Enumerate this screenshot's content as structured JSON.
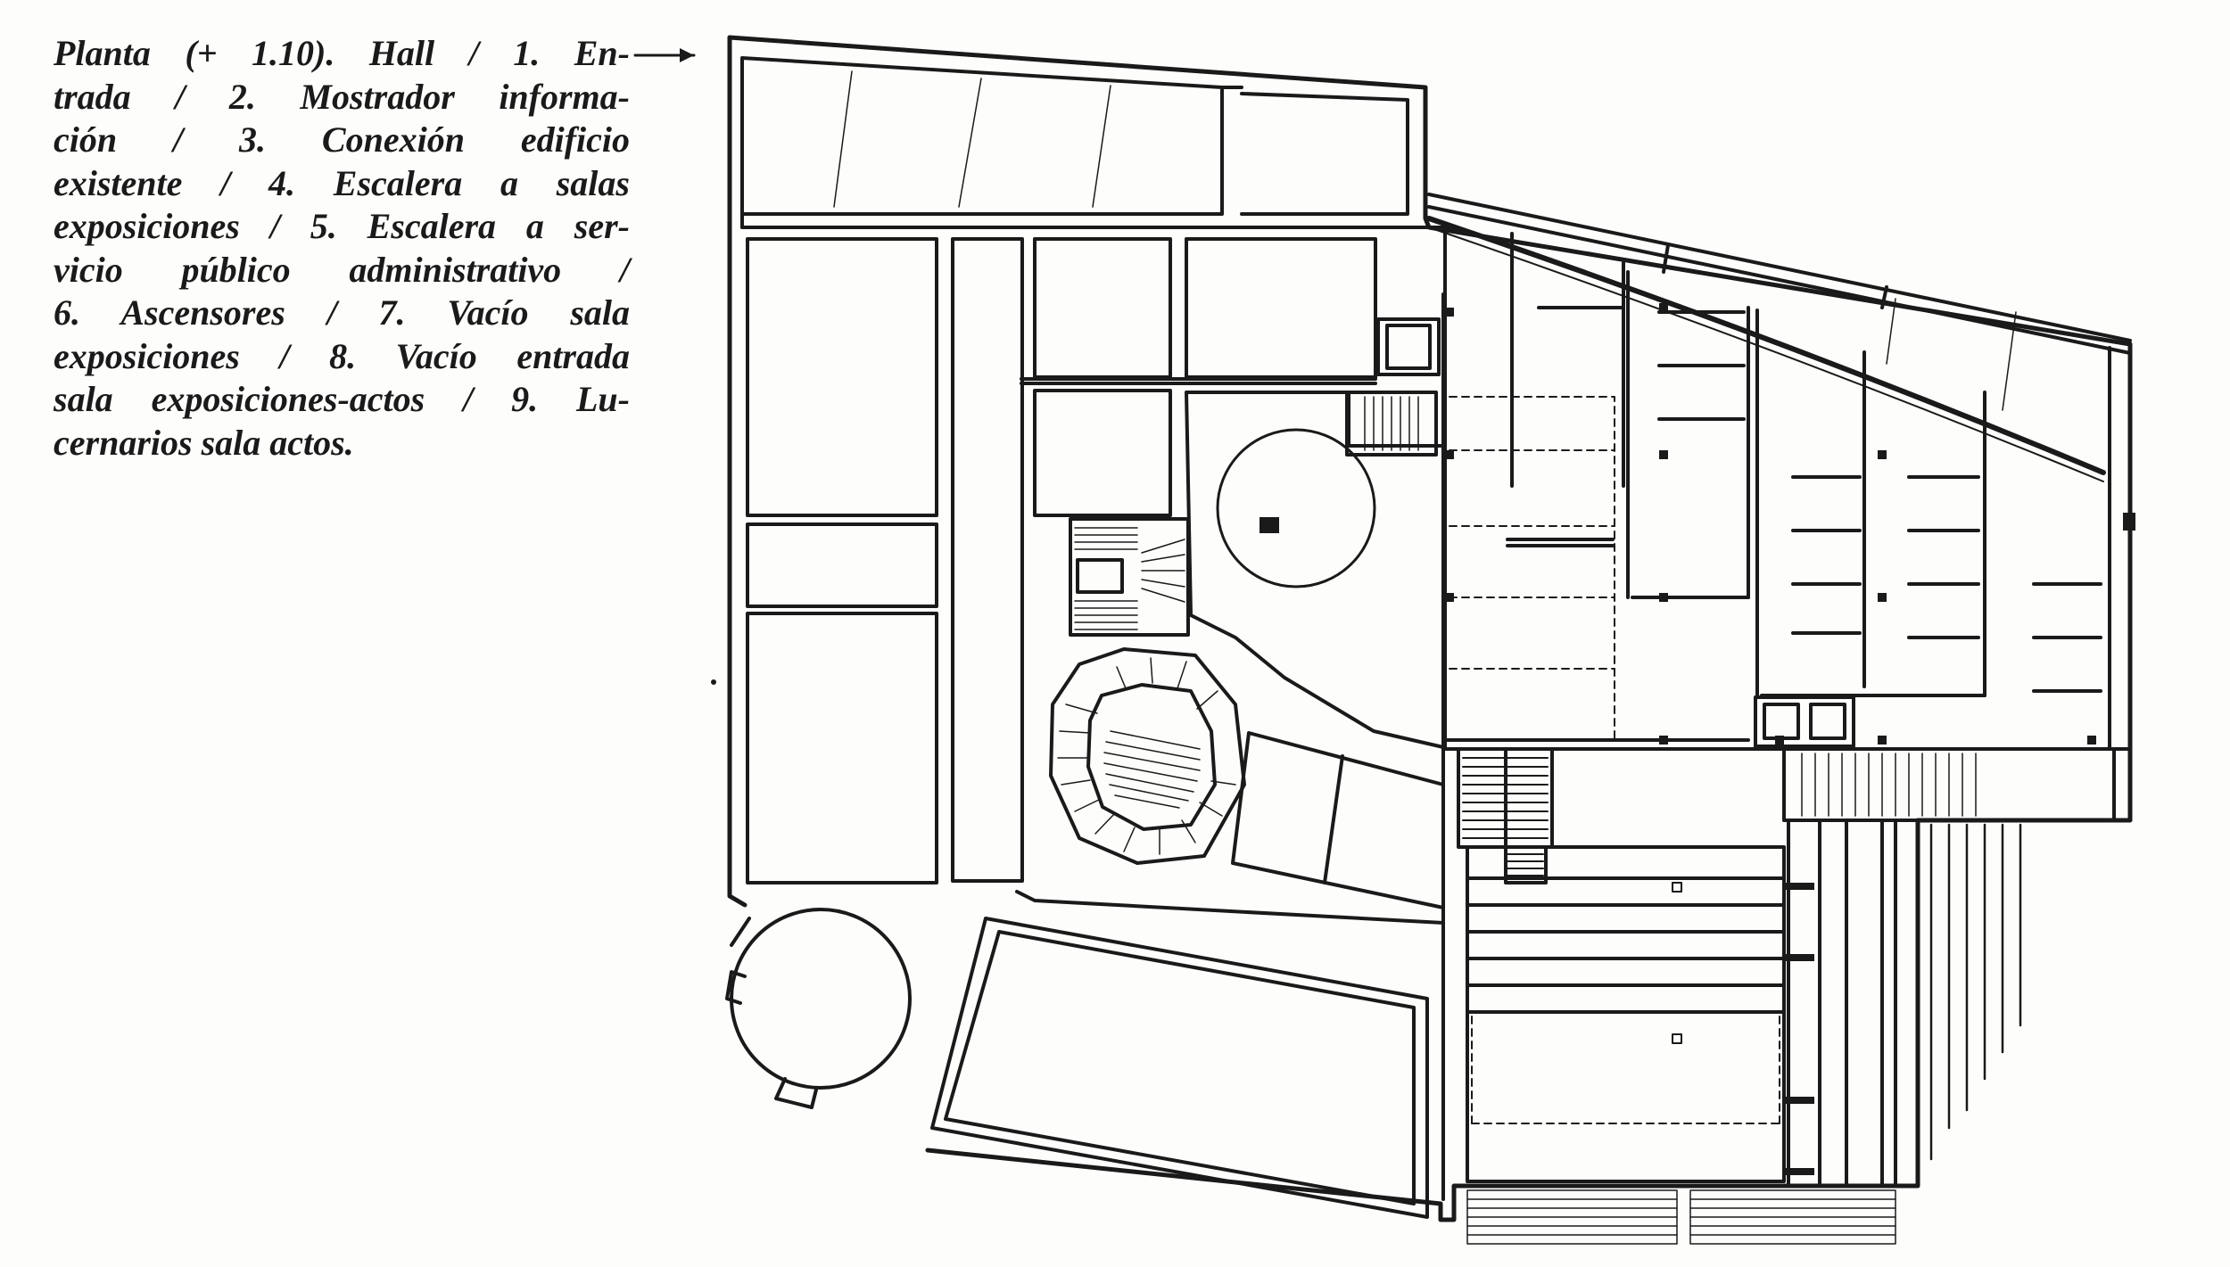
{
  "caption": {
    "lines": [
      "Planta (+ 1.10). Hall / 1. En-",
      "trada / 2. Mostrador informa-",
      "ción / 3. Conexión edificio",
      "existente / 4. Escalera a salas",
      "exposiciones / 5. Escalera a ser-",
      "vicio público administrativo /",
      "6. Ascensores / 7. Vacío sala",
      "exposiciones / 8. Vacío entrada",
      "sala exposiciones-actos / 9. Lu-",
      "cernarios sala actos."
    ]
  },
  "colors": {
    "ink": "#1a1a1a",
    "paper": "#fdfdfb"
  },
  "icons": {
    "arrow": "right-arrow-icon"
  }
}
